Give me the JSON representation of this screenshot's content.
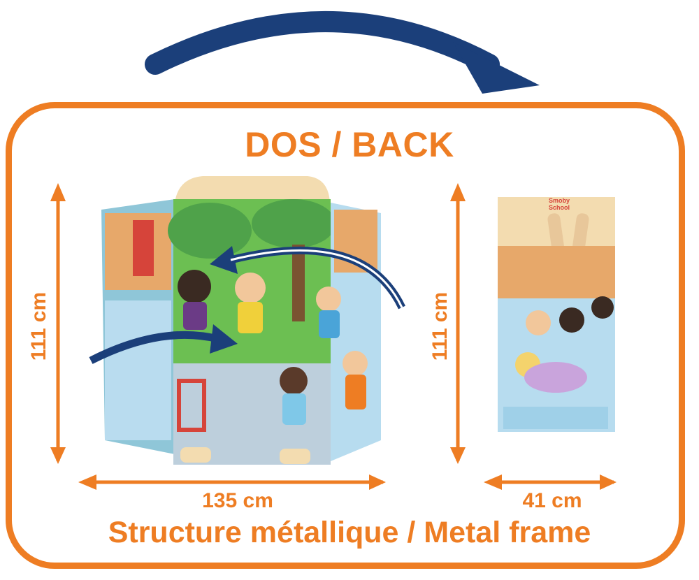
{
  "title": "DOS / BACK",
  "dimensions": {
    "height_large": "111 cm",
    "height_small": "111 cm",
    "width_large": "135 cm",
    "width_small": "41 cm"
  },
  "caption": "Structure métallique / Metal frame",
  "product_logo": "Smoby School",
  "colors": {
    "accent_orange": "#ee7d23",
    "arrow_navy": "#1b3f7a"
  }
}
